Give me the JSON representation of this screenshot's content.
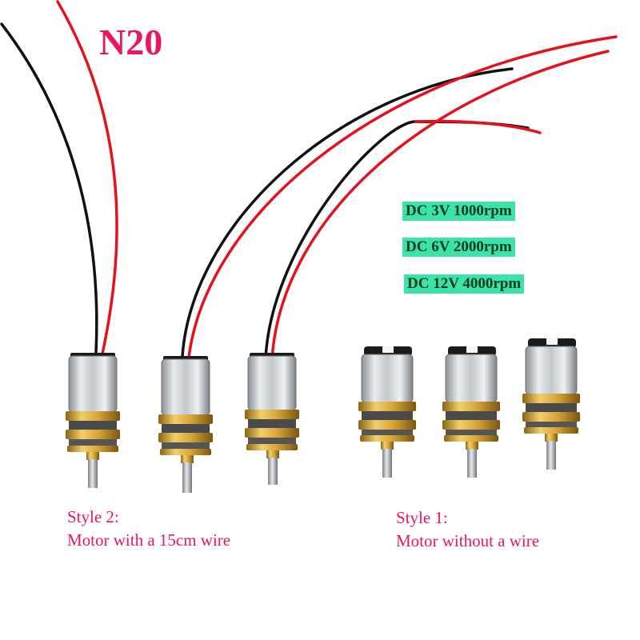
{
  "title": "N20",
  "specs": [
    "DC 3V 1000rpm",
    "DC 6V 2000rpm",
    "DC 12V 4000rpm"
  ],
  "captions": {
    "style2_line1": "Style 2:",
    "style2_line2": "Motor with a 15cm wire",
    "style1_line1": "Style 1:",
    "style1_line2": "Motor without a wire"
  },
  "colors": {
    "title": "#e8185a",
    "spec_bg": "#3be3a8",
    "wire_red": "#e3121f",
    "wire_black": "#111111",
    "brass": "#d6a437"
  },
  "motors": [
    {
      "style": "Style 2",
      "wired": true
    },
    {
      "style": "Style 2",
      "wired": true
    },
    {
      "style": "Style 2",
      "wired": true
    },
    {
      "style": "Style 1",
      "wired": false
    },
    {
      "style": "Style 1",
      "wired": false
    },
    {
      "style": "Style 1",
      "wired": false
    }
  ]
}
